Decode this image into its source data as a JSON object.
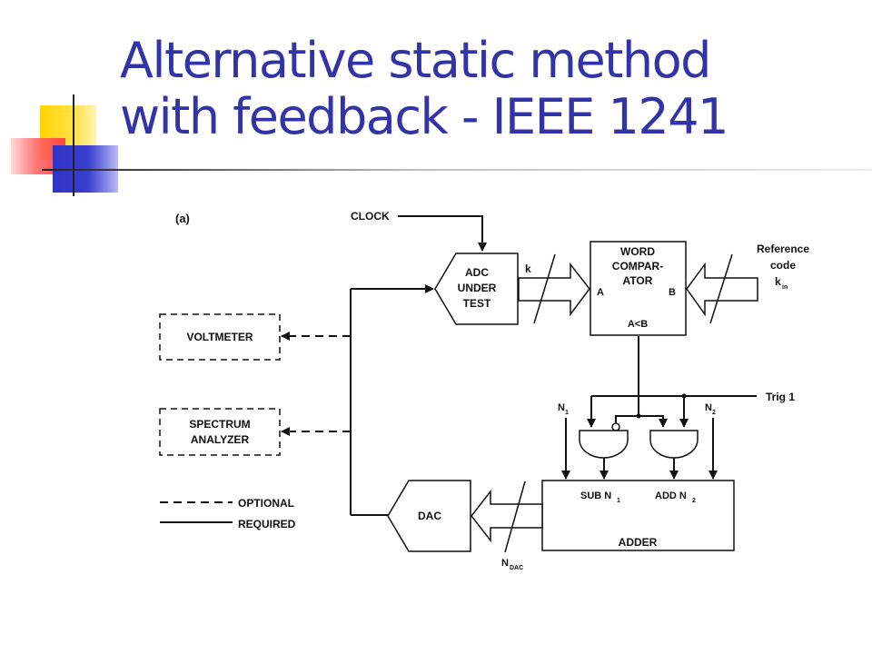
{
  "slide": {
    "title_line1": "Alternative static method",
    "title_line2": "with feedback - IEEE 1241",
    "accent_color": "#3333a8"
  },
  "diagram": {
    "panel_label": "(a)",
    "clock": "CLOCK",
    "adc_line1": "ADC",
    "adc_line2": "UNDER",
    "adc_line3": "TEST",
    "bus_k": "k",
    "comparator_line1": "WORD",
    "comparator_line2": "COMPAR-",
    "comparator_line3": "ATOR",
    "port_a": "A",
    "port_b": "B",
    "comparator_output": "A<B",
    "reference_line1": "Reference",
    "reference_line2": "code",
    "reference_k": "k",
    "reference_k_sub": "in",
    "voltmeter": "VOLTMETER",
    "spectrum_line1": "SPECTRUM",
    "spectrum_line2": "ANALYZER",
    "trig": "Trig 1",
    "n1": "N",
    "n1_sub": "1",
    "n2": "N",
    "n2_sub": "2",
    "sub_label": "SUB N",
    "sub_sub": "1",
    "add_label": "ADD N",
    "add_sub": "2",
    "adder": "ADDER",
    "dac": "DAC",
    "ndac": "N",
    "ndac_sub": "DAC",
    "legend_optional": "OPTIONAL",
    "legend_required": "REQUIRED"
  }
}
